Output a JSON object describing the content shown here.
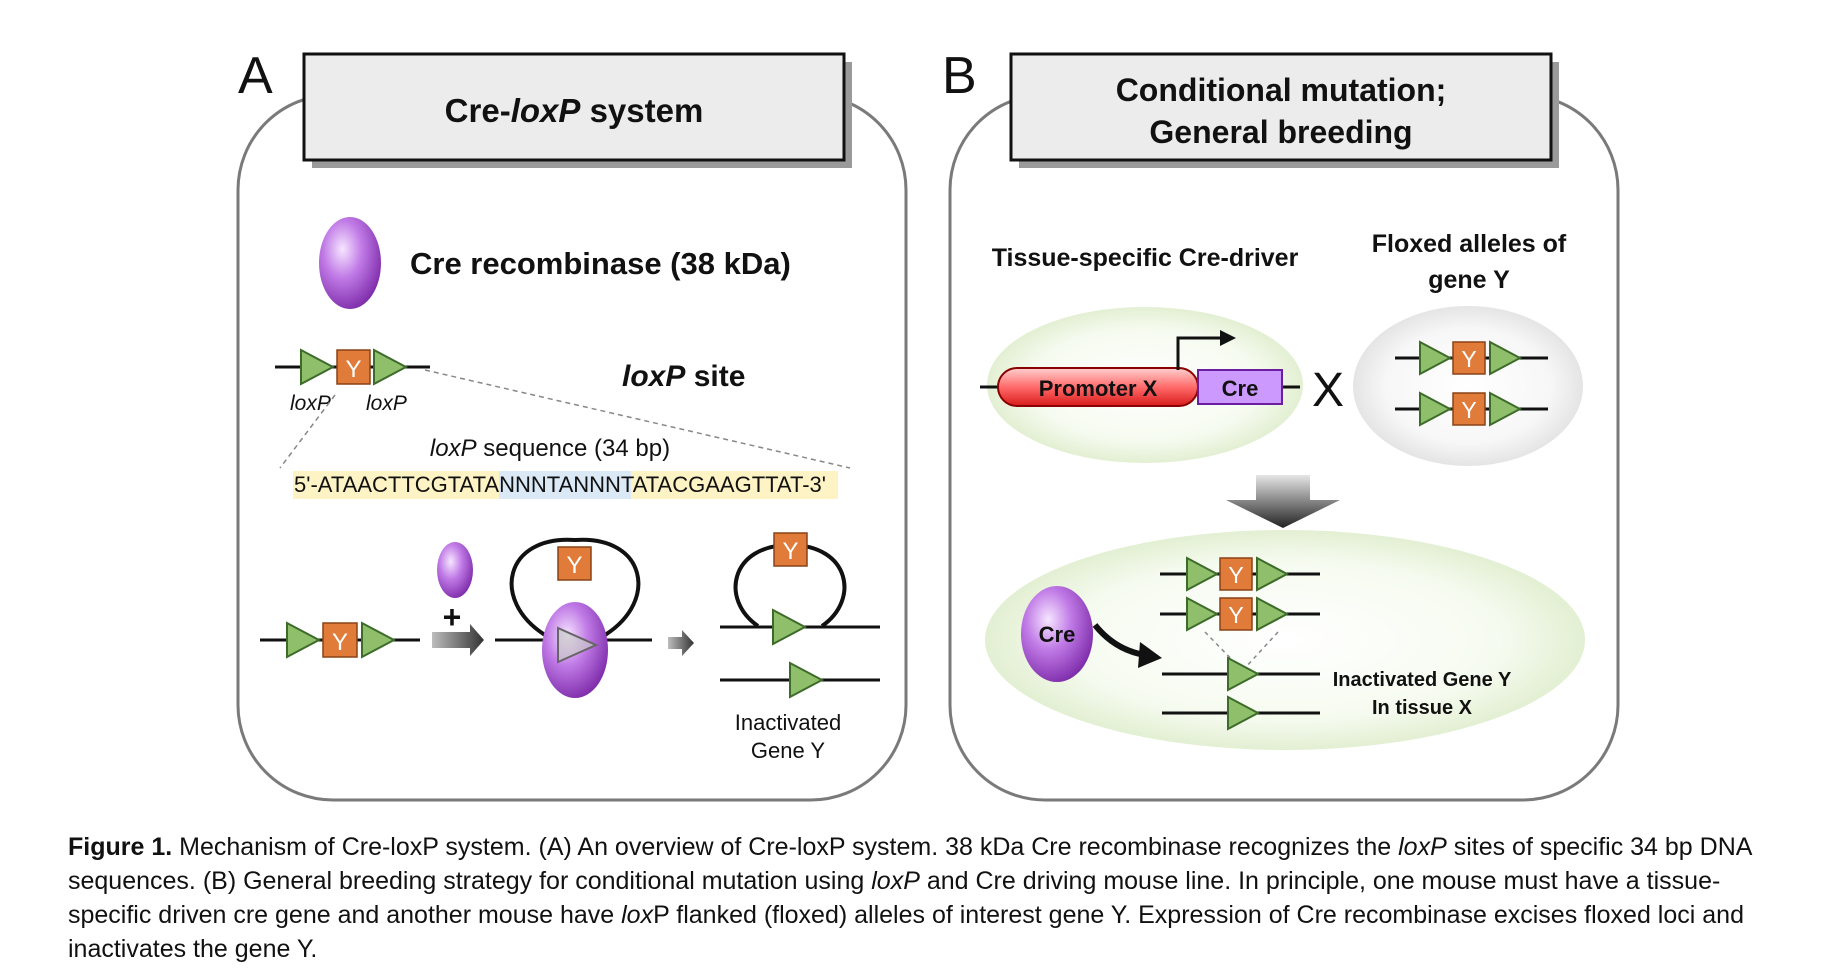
{
  "panel_a": {
    "letter": "A",
    "title_prefix": "Cre-",
    "title_italic": "loxP",
    "title_suffix": " system",
    "cre_label": "Cre recombinase (38 kDa)",
    "gene_letter": "Y",
    "loxp_left": "loxP",
    "loxp_right": "loxP",
    "loxp_site_italic": "loxP",
    "loxp_site_suffix": " site",
    "sequence_title_italic": "loxP",
    "sequence_title_suffix": " sequence (34 bp)",
    "seq_prefix": "5'-",
    "seq_part1": "ATAACTTCGTATA",
    "seq_part2": "NNNTANNN",
    "seq_part3": "TATACGAAGTTAT",
    "seq_suffix": "-3'",
    "plus": "+",
    "inactivated_line1": "Inactivated",
    "inactivated_line2": "Gene Y"
  },
  "panel_b": {
    "letter": "B",
    "title_line1": "Conditional mutation;",
    "title_line2": "General breeding",
    "driver_label": "Tissue-specific Cre-driver",
    "floxed_line1": "Floxed alleles of",
    "floxed_line2": "gene Y",
    "promoter_label": "Promoter X",
    "cre_box": "Cre",
    "cross": "X",
    "gene_letter": "Y",
    "cre_oval": "Cre",
    "inactivated_line1": "Inactivated Gene Y",
    "inactivated_line2": "In tissue X"
  },
  "caption": {
    "label": "Figure 1.",
    "t1": " Mechanism of Cre-loxP system. (A) An overview of Cre-loxP system. 38 kDa Cre recombinase recognizes the ",
    "i1": "loxP",
    "t2": " sites of specific 34 bp DNA sequences. (B) General breeding strategy for conditional mutation using ",
    "i2": "loxP",
    "t3": " and Cre driving mouse line. In principle, one mouse must have a tissue-specific driven cre gene and another mouse have ",
    "i3": "lox",
    "t4": "P flanked (floxed) alleles of interest gene Y. Expression of Cre recombinase excises floxed loci and inactivates the gene Y."
  },
  "colors": {
    "panel_border": "#7a7a7a",
    "title_box_fill": "#ececec",
    "loxp_triangle": "#8fbf6a",
    "gene_box": "#e07b39",
    "cre_purple": "#b25fd8",
    "promoter_red": "#e8242a",
    "cre_box_fill": "#cc99ff",
    "seq_yellow": "#fdf3c4",
    "seq_blue": "#dbe8f6",
    "ellipse_green": "#e4f0d6"
  }
}
